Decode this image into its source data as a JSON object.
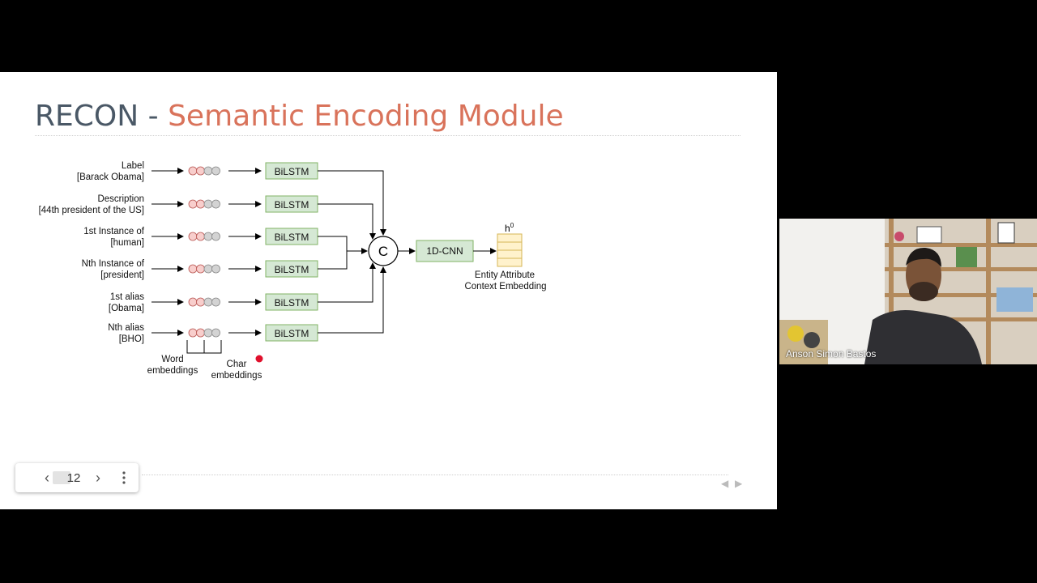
{
  "slide": {
    "title_part1": "RECON",
    "title_separator": "-",
    "title_part2": "Semantic Encoding Module"
  },
  "diagram": {
    "inputs": [
      {
        "line1": "Label",
        "line2": "[Barack Obama]"
      },
      {
        "line1": "Description",
        "line2": "[44th president of the US]"
      },
      {
        "line1": "1st Instance of",
        "line2": "[human]"
      },
      {
        "line1": "Nth Instance of",
        "line2": "[president]"
      },
      {
        "line1": "1st alias",
        "line2": "[Obama]"
      },
      {
        "line1": "Nth alias",
        "line2": "[BHO]"
      }
    ],
    "encoder_label": "BiLSTM",
    "concat_label": "C",
    "cnn_label": "1D-CNN",
    "output_label_sup": "0",
    "output_label": "h",
    "output_caption_line1": "Entity Attribute",
    "output_caption_line2": "Context Embedding",
    "word_legend_line1": "Word",
    "word_legend_line2": "embeddings",
    "char_legend_line1": "Char",
    "char_legend_line2": "embeddings",
    "colors": {
      "box_fill": "#d5e8d4",
      "box_stroke": "#82b366",
      "word_dot": "#f8cecc",
      "word_dot_stroke": "#b85450",
      "char_dot": "#d3d3d3",
      "output_fill": "#fff2cc",
      "output_stroke": "#d6b656",
      "title_dark": "#4a5866",
      "title_accent": "#d9735b"
    }
  },
  "pager": {
    "current_page": "12",
    "prev_icon": "chevron-left-icon",
    "next_icon": "chevron-right-icon",
    "menu_icon": "more-vert-icon"
  },
  "participant": {
    "name": "Anson Simon Bastos"
  }
}
